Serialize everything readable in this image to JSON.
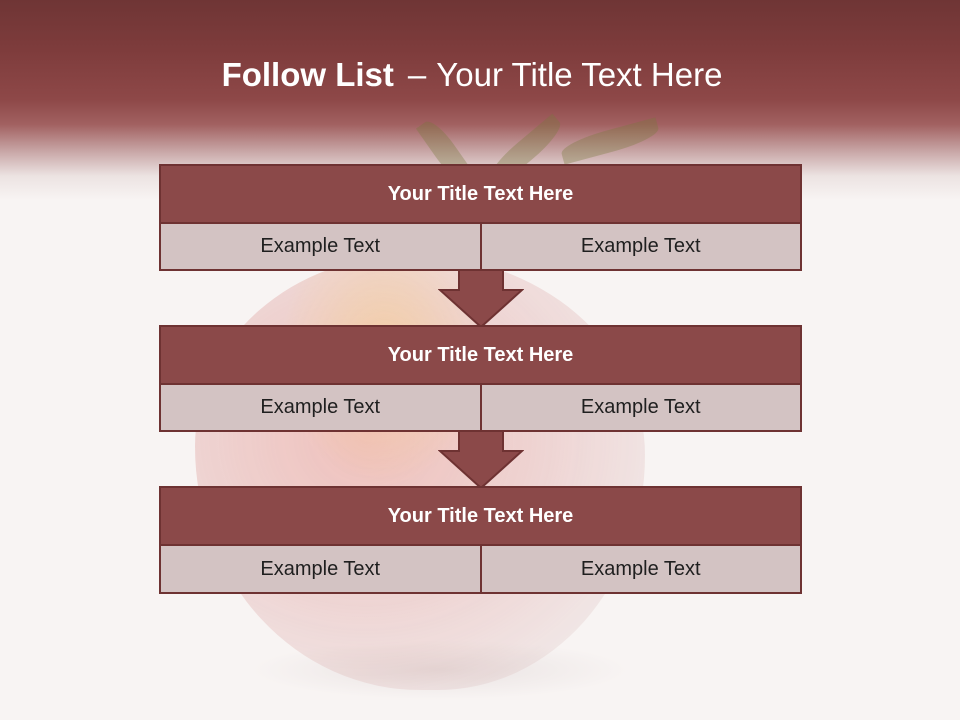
{
  "slide": {
    "title_bold": "Follow List",
    "title_sep": "–",
    "title_rest": "Your Title Text Here"
  },
  "steps": [
    {
      "title": "Your Title Text Here",
      "left": "Example Text",
      "right": "Example Text"
    },
    {
      "title": "Your Title Text Here",
      "left": "Example Text",
      "right": "Example Text"
    },
    {
      "title": "Your Title Text Here",
      "left": "Example Text",
      "right": "Example Text"
    }
  ],
  "colors": {
    "header": "#7e3c3c",
    "block_head": "#8b4949",
    "block_border": "#6e3232",
    "cell_bg": "#d3c3c3",
    "background": "#f8f4f3"
  }
}
